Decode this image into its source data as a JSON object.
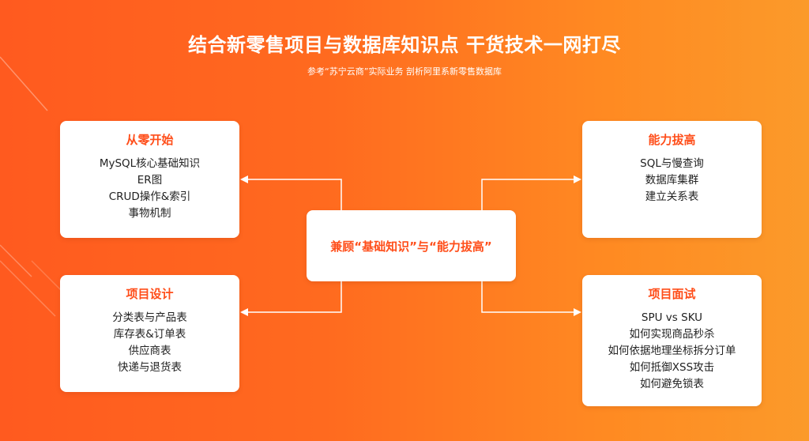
{
  "header": {
    "title": "结合新零售项目与数据库知识点 干货技术一网打尽",
    "subtitle": "参考“苏宁云商”实际业务 剖析阿里系新零售数据库"
  },
  "center": {
    "label": "兼顾“基础知识”与“能力拔高”"
  },
  "cards": {
    "top_left": {
      "title": "从零开始",
      "items": [
        "MySQL核心基础知识",
        "ER图",
        "CRUD操作&索引",
        "事物机制"
      ]
    },
    "bottom_left": {
      "title": "项目设计",
      "items": [
        "分类表与产品表",
        "库存表&订单表",
        "供应商表",
        "快递与退货表"
      ]
    },
    "top_right": {
      "title": "能力拔高",
      "items": [
        "SQL与慢查询",
        "数据库集群",
        "建立关系表"
      ]
    },
    "bottom_right": {
      "title": "项目面试",
      "items": [
        "SPU vs SKU",
        "如何实现商品秒杀",
        "如何依据地理坐标拆分订单",
        "如何抵御XSS攻击",
        "如何避免锁表"
      ]
    }
  },
  "colors": {
    "background_start": "#ff5a1f",
    "background_end": "#fb9a2a",
    "accent_text": "#ff4e1a",
    "card_background": "#ffffff",
    "body_text": "#222222"
  }
}
